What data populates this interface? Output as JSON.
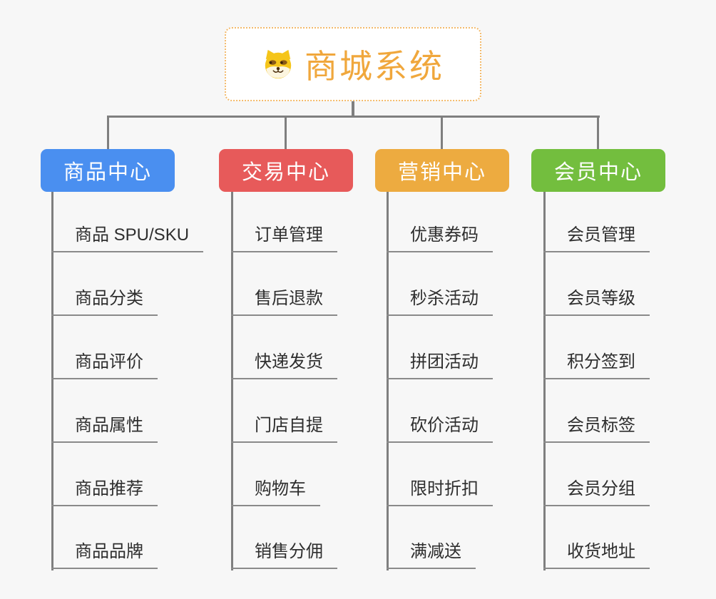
{
  "root": {
    "label": "商城系统",
    "icon": "dog-face-icon"
  },
  "branches": [
    {
      "label": "商品中心",
      "color": "#4a8ff0",
      "children": [
        "商品 SPU/SKU",
        "商品分类",
        "商品评价",
        "商品属性",
        "商品推荐",
        "商品品牌"
      ]
    },
    {
      "label": "交易中心",
      "color": "#e75a5a",
      "children": [
        "订单管理",
        "售后退款",
        "快递发货",
        "门店自提",
        "购物车",
        "销售分佣"
      ]
    },
    {
      "label": "营销中心",
      "color": "#edab40",
      "children": [
        "优惠券码",
        "秒杀活动",
        "拼团活动",
        "砍价活动",
        "限时折扣",
        "满减送"
      ]
    },
    {
      "label": "会员中心",
      "color": "#73be3e",
      "children": [
        "会员管理",
        "会员等级",
        "积分签到",
        "会员标签",
        "会员分组",
        "收货地址"
      ]
    }
  ],
  "colors": {
    "background": "#f7f7f7",
    "connector": "#7f7f7f",
    "leaf_underline": "#8a8a8a",
    "leaf_text": "#2e2e2e",
    "root_text": "#f0a73c",
    "root_border": "#f3ba6b",
    "root_background": "#ffffff"
  }
}
